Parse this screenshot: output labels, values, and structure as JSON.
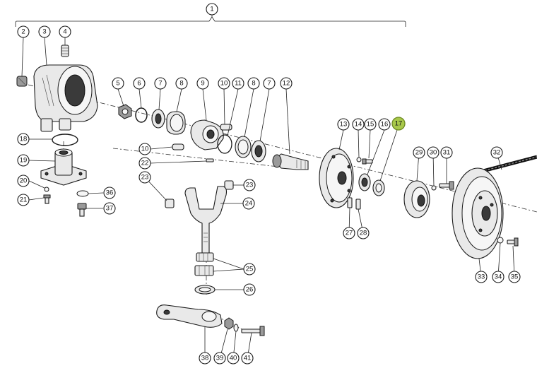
{
  "diagram": {
    "highlight_color": "#a8c84a",
    "callouts": [
      {
        "id": "1",
        "label": "1"
      },
      {
        "id": "2",
        "label": "2"
      },
      {
        "id": "3",
        "label": "3"
      },
      {
        "id": "4",
        "label": "4"
      },
      {
        "id": "5",
        "label": "5"
      },
      {
        "id": "6",
        "label": "6"
      },
      {
        "id": "7a",
        "label": "7"
      },
      {
        "id": "8a",
        "label": "8"
      },
      {
        "id": "9",
        "label": "9"
      },
      {
        "id": "10a",
        "label": "10"
      },
      {
        "id": "11",
        "label": "11"
      },
      {
        "id": "8b",
        "label": "8"
      },
      {
        "id": "7b",
        "label": "7"
      },
      {
        "id": "12",
        "label": "12"
      },
      {
        "id": "13",
        "label": "13"
      },
      {
        "id": "14",
        "label": "14"
      },
      {
        "id": "15",
        "label": "15"
      },
      {
        "id": "16",
        "label": "16"
      },
      {
        "id": "17",
        "label": "17",
        "highlighted": true
      },
      {
        "id": "18",
        "label": "18"
      },
      {
        "id": "19",
        "label": "19"
      },
      {
        "id": "10b",
        "label": "10"
      },
      {
        "id": "20",
        "label": "20"
      },
      {
        "id": "21",
        "label": "21"
      },
      {
        "id": "22",
        "label": "22"
      },
      {
        "id": "23a",
        "label": "23"
      },
      {
        "id": "23b",
        "label": "23"
      },
      {
        "id": "24",
        "label": "24"
      },
      {
        "id": "25",
        "label": "25"
      },
      {
        "id": "26",
        "label": "26"
      },
      {
        "id": "27",
        "label": "27"
      },
      {
        "id": "28",
        "label": "28"
      },
      {
        "id": "29",
        "label": "29"
      },
      {
        "id": "30",
        "label": "30"
      },
      {
        "id": "31",
        "label": "31"
      },
      {
        "id": "32",
        "label": "32"
      },
      {
        "id": "33",
        "label": "33"
      },
      {
        "id": "34",
        "label": "34"
      },
      {
        "id": "35",
        "label": "35"
      },
      {
        "id": "36",
        "label": "36"
      },
      {
        "id": "37",
        "label": "37"
      },
      {
        "id": "38",
        "label": "38"
      },
      {
        "id": "39",
        "label": "39"
      },
      {
        "id": "40",
        "label": "40"
      },
      {
        "id": "41",
        "label": "41"
      }
    ]
  }
}
